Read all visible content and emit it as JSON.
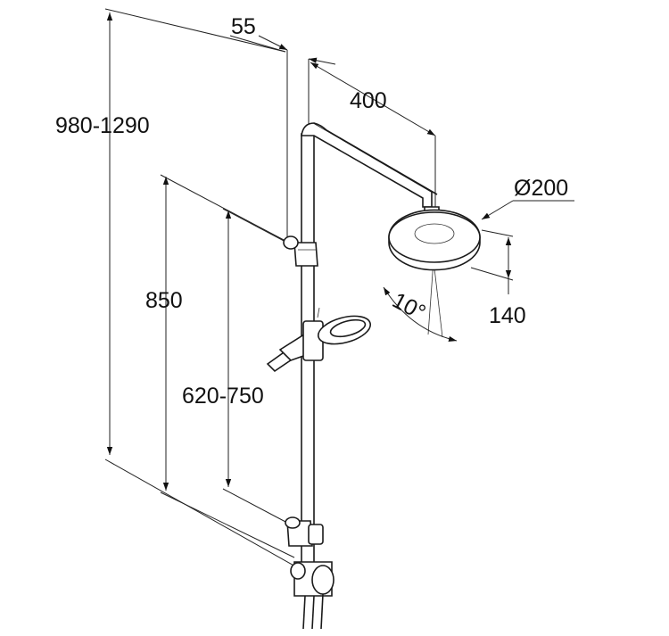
{
  "dimensions": {
    "overall_height": "980-1290",
    "wall_offset": "55",
    "arm_length": "400",
    "head_diameter": "Ø200",
    "head_height": "140",
    "tilt_angle": "10°",
    "bar_height": "850",
    "slide_range": "620-750"
  },
  "colors": {
    "line": "#1a1a1a",
    "background": "#ffffff"
  }
}
